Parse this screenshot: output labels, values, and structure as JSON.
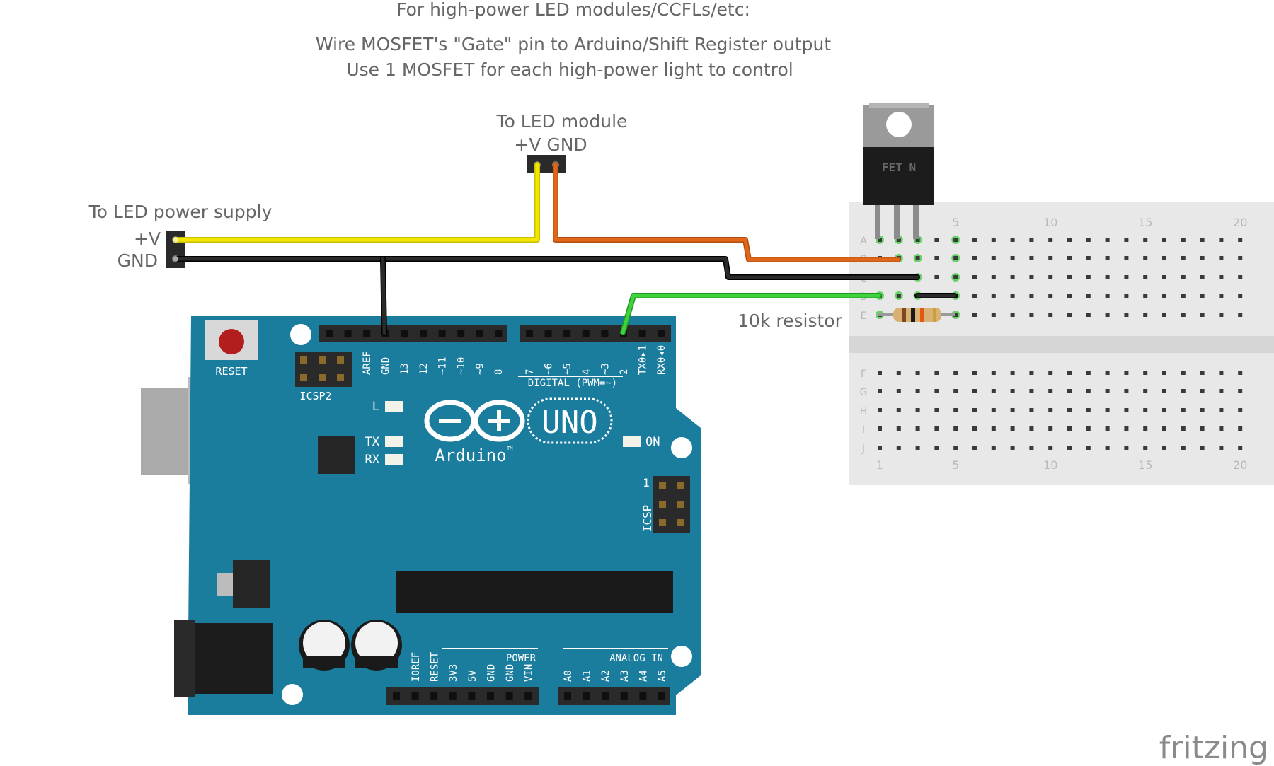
{
  "notes": {
    "line1": "For high-power LED modules/CCFLs/etc:",
    "line2": "Wire MOSFET's \"Gate\" pin to Arduino/Shift Register output",
    "line3": "Use 1 MOSFET for each high-power light to control"
  },
  "led_module": {
    "title": "To LED module",
    "pins": "+V  GND"
  },
  "power_supply": {
    "title": "To LED power supply",
    "plus": "+V",
    "gnd": "GND"
  },
  "resistor_label": "10k resistor",
  "mosfet_label": "FET N",
  "arduino": {
    "reset": "RESET",
    "icsp2": "ICSP2",
    "icsp": "ICSP",
    "icsp_pin1": "1",
    "digital": "DIGITAL (PWM=~)",
    "led_l": "L",
    "led_tx": "TX",
    "led_rx": "RX",
    "led_on": "ON",
    "uno": "UNO",
    "brand": "Arduino",
    "tm": "TM",
    "power": "POWER",
    "analog": "ANALOG IN",
    "top_pins_left": [
      "AREF",
      "GND",
      "13",
      "12",
      "~11",
      "~10",
      "~9",
      "8"
    ],
    "top_pins_right": [
      "7",
      "~6",
      "~5",
      "4",
      "~3",
      "2",
      "TX0▸1",
      "RX0◂0"
    ],
    "bottom_power_pins": [
      "IOREF",
      "RESET",
      "3V3",
      "5V",
      "GND",
      "GND",
      "VIN"
    ],
    "bottom_analog_pins": [
      "A0",
      "A1",
      "A2",
      "A3",
      "A4",
      "A5"
    ]
  },
  "breadboard": {
    "rows_top": [
      "A",
      "B",
      "C",
      "D",
      "E"
    ],
    "rows_bottom": [
      "F",
      "G",
      "H",
      "I",
      "J"
    ],
    "col_numbers": [
      "1",
      "5",
      "10",
      "15",
      "20"
    ],
    "col_numbers_top": [
      "5",
      "10",
      "15",
      "20"
    ]
  },
  "watermark": "fritzing",
  "colors": {
    "arduino_blue": "#1b7d9e",
    "wire_yellow": "#f2e600",
    "wire_orange": "#e0671a",
    "wire_black": "#1a1a1a",
    "wire_green": "#2ec52e",
    "breadboard": "#e8e8e8"
  }
}
